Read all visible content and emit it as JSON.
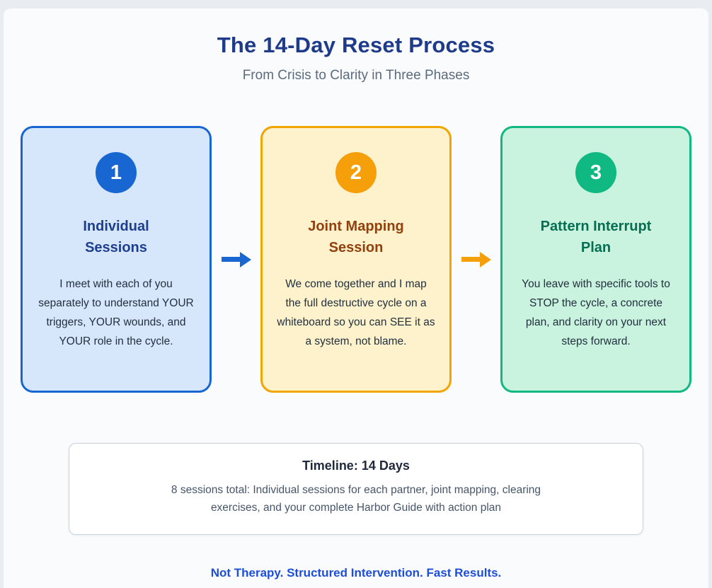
{
  "header": {
    "title": "The 14-Day Reset Process",
    "subtitle": "From Crisis to Clarity in Three Phases"
  },
  "phases": [
    {
      "number": "1",
      "title": "Individual Sessions",
      "description": "I meet with each of you separately to understand YOUR triggers, YOUR wounds, and YOUR role in the cycle.",
      "accent_color": "#1766d1",
      "fill_color": "#d7e7fb",
      "title_color": "#1e3f8f"
    },
    {
      "number": "2",
      "title": "Joint Mapping Session",
      "description": "We come together and I map the full destructive cycle on a whiteboard so you can SEE it as a system, not blame.",
      "accent_color": "#f59f0a",
      "fill_color": "#fdf2cc",
      "title_color": "#92400e"
    },
    {
      "number": "3",
      "title": "Pattern Interrupt Plan",
      "description": "You leave with specific tools to STOP the cycle, a concrete plan, and clarity on your next steps forward.",
      "accent_color": "#10b981",
      "fill_color": "#c9f3de",
      "title_color": "#066e52"
    }
  ],
  "arrows": [
    {
      "name": "arrow-phase-1-to-2",
      "color": "#1766d1"
    },
    {
      "name": "arrow-phase-2-to-3",
      "color": "#f59f0a"
    }
  ],
  "timeline": {
    "title": "Timeline: 14 Days",
    "description": "8 sessions total: Individual sessions for each partner, joint mapping, clearing exercises, and your complete Harbor Guide with action plan"
  },
  "footer": {
    "tagline": "Not Therapy. Structured Intervention. Fast Results."
  }
}
